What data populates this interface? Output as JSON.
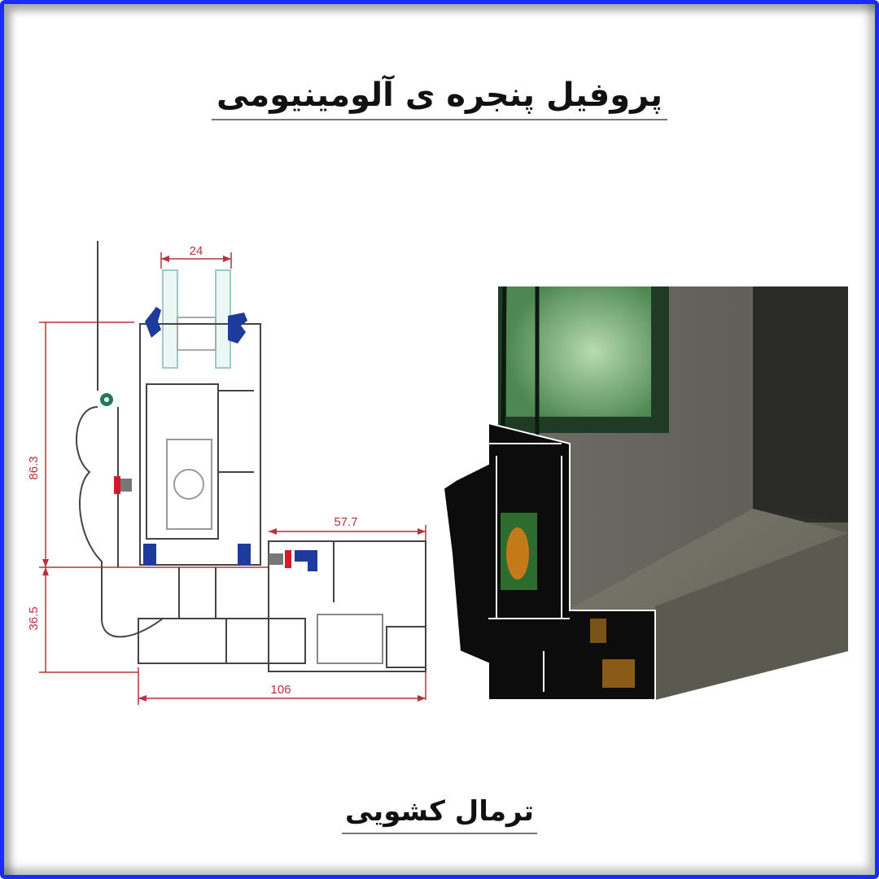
{
  "title": "پروفیل پنجره ی آلومینیومی",
  "caption": "ترمال کشویی",
  "colors": {
    "border": "#1a2bff",
    "dimension_line": "#b8323c",
    "profile_line": "#444444",
    "gasket": "#1d3a9c",
    "glass_green": "#6fa876",
    "frame_finish": "#5e5e56",
    "thermal_break": "#b8781e"
  },
  "drawing": {
    "dimensions": {
      "glass_width": "24",
      "sash_height": "86.3",
      "outer_frame_width": "57.7",
      "frame_height": "36.5",
      "total_width": "106"
    }
  },
  "render": {
    "label": "3D cutaway of thermal-break sliding aluminium window profile"
  }
}
